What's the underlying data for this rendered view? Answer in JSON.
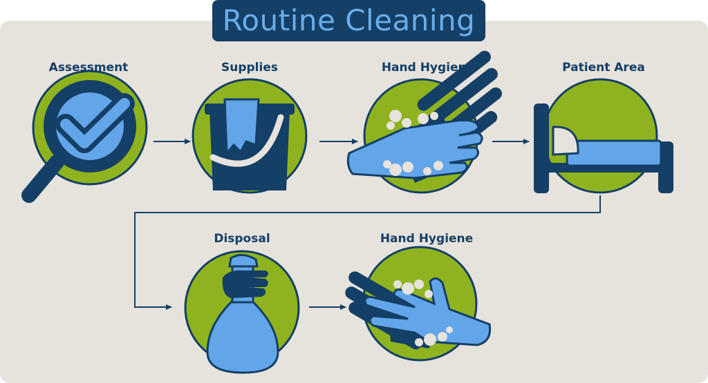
{
  "title": "Routine Cleaning",
  "steps": {
    "assessment": "Assessment",
    "supplies": "Supplies",
    "hand_hygiene_1": "Hand Hygiene",
    "patient_area": "Patient Area",
    "disposal": "Disposal",
    "hand_hygiene_2": "Hand Hygiene"
  },
  "colors": {
    "navy": "#143f66",
    "green": "#8fb31e",
    "light_blue": "#62a5e9",
    "panel": "#e6e2dc"
  }
}
